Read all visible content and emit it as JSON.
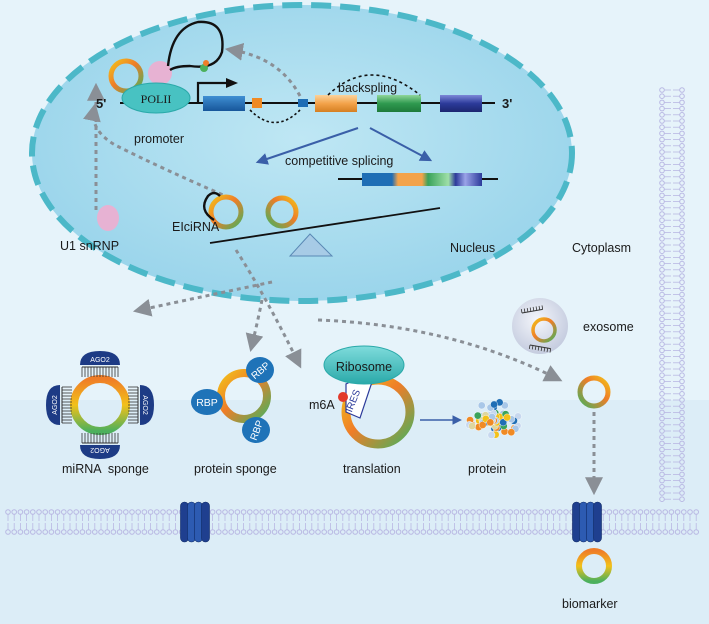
{
  "nucleus": {
    "five_prime": "5'",
    "three_prime": "3'",
    "polymerase": "POLII",
    "promoter": "promoter",
    "backspling": "backspling",
    "competitive_splicing": "competitive splicing",
    "u1": "U1 snRNP",
    "elcirna": "EIciRNA",
    "nucleus_label": "Nucleus"
  },
  "cytoplasm": {
    "label": "Cytoplasm",
    "exosome": "exosome",
    "ago2": "AGO2",
    "rbp": "RBP",
    "ribosome": "Ribosome",
    "ires": "IRES",
    "m6a": "m6A",
    "miRNA_sponge": "miRNA  sponge",
    "protein_sponge": "protein sponge",
    "translation": "translation",
    "protein": "protein",
    "biomarker": "biomarker"
  },
  "colors": {
    "background": "#e6f3fa",
    "nucleus_fill": "#9fd8ec",
    "nucleus_border": "#4cb8c8",
    "exon_blue": "#1f6eb5",
    "exon_orange": "#f3a34a",
    "exon_green": "#3aa35b",
    "exon_navy": "#2c3a9a",
    "circ_yellow": "#f2c11a",
    "circ_orange": "#ef7d28",
    "circ_green": "#4cb05d",
    "rbp_blue": "#1f73b8",
    "ago_navy": "#1d3b85",
    "ribosome": "#48c2c2",
    "u1_pink": "#e7b2d3",
    "membrane": "#b9b8e3"
  }
}
